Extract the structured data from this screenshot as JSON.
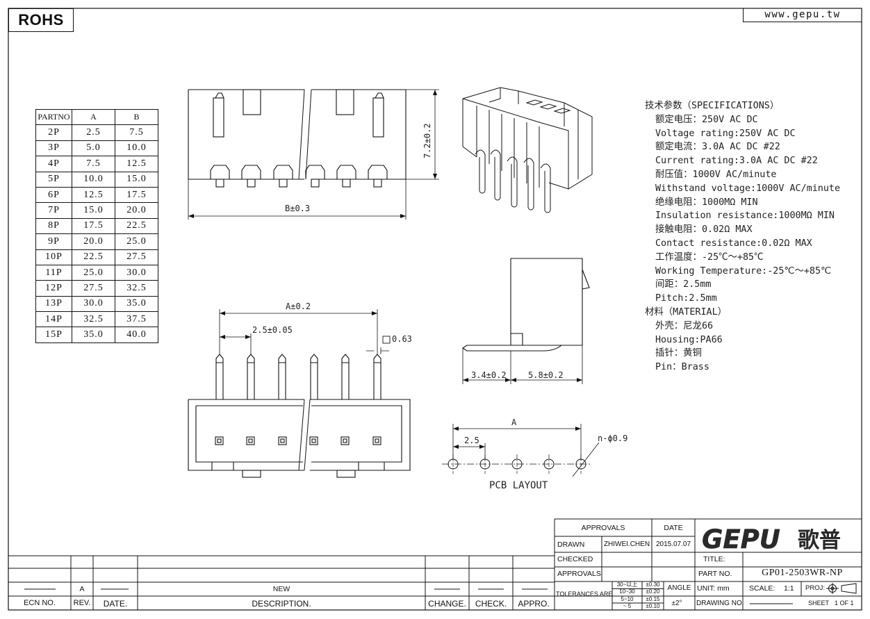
{
  "header": {
    "rohs": "ROHS",
    "website": "www.gepu.tw"
  },
  "part_table": {
    "headers": [
      "PARTNO",
      "A",
      "B"
    ],
    "rows": [
      [
        "2P",
        "2.5",
        "7.5"
      ],
      [
        "3P",
        "5.0",
        "10.0"
      ],
      [
        "4P",
        "7.5",
        "12.5"
      ],
      [
        "5P",
        "10.0",
        "15.0"
      ],
      [
        "6P",
        "12.5",
        "17.5"
      ],
      [
        "7P",
        "15.0",
        "20.0"
      ],
      [
        "8P",
        "17.5",
        "22.5"
      ],
      [
        "9P",
        "20.0",
        "25.0"
      ],
      [
        "10P",
        "22.5",
        "27.5"
      ],
      [
        "11P",
        "25.0",
        "30.0"
      ],
      [
        "12P",
        "27.5",
        "32.5"
      ],
      [
        "13P",
        "30.0",
        "35.0"
      ],
      [
        "14P",
        "32.5",
        "37.5"
      ],
      [
        "15P",
        "35.0",
        "40.0"
      ]
    ]
  },
  "dimensions": {
    "height": "7.2±0.2",
    "b_width": "B±0.3",
    "a_width": "A±0.2",
    "pitch": "2.5±0.05",
    "pin_size": "0.63",
    "pin_offset": "3.4±0.2",
    "body_depth": "5.8±0.2",
    "layout_a": "A",
    "layout_pitch": "2.5",
    "hole": "n-ϕ0.9",
    "pcb_layout": "PCB LAYOUT"
  },
  "specs": {
    "lines": [
      "技术参数（SPECIFICATIONS）",
      "额定电压：250V AC DC",
      "Voltage rating:250V AC DC",
      "额定电流：3.0A AC DC #22",
      "Current rating:3.0A AC DC #22",
      "耐压值：1000V AC/minute",
      "Withstand voltage:1000V AC/minute",
      "绝缘电阻：1000MΩ MIN",
      "Insulation resistance:1000MΩ MIN",
      "接触电阻：0.02Ω MAX",
      "Contact resistance:0.02Ω MAX",
      "工作温度：-25℃～+85℃",
      "Working Temperature:-25℃～+85℃",
      "间距：2.5mm",
      "Pitch:2.5mm",
      "材料（MATERIAL）",
      "外壳：尼龙66",
      "Housing:PA66",
      "插针：黄铜",
      "Pin：Brass"
    ]
  },
  "title_block": {
    "approvals_header": "APPROVALS",
    "date_header": "DATE",
    "drawn_label": "DRAWN",
    "drawn_name": "ZHIWEI.CHEN",
    "drawn_date": "2015.07.07",
    "checked_label": "CHECKED",
    "approvals_label": "APPROVALS",
    "logo": "GEPU歌普",
    "title_label": "TITLE:",
    "part_no_label": "PART NO.",
    "part_no": "GP01-2503WR-NP",
    "tolerances_label": "TOLERANCES ARE",
    "tol_ranges": [
      "30~以上",
      "10~30",
      "5~10",
      "~ 5"
    ],
    "tol_values": [
      "±0.30",
      "±0.20",
      "±0.15",
      "±0.10"
    ],
    "angle_label": "ANGLE",
    "angle_value": "±2°",
    "unit_label": "UNIT: mm",
    "scale_label": "SCALE:",
    "scale_value": "1:1",
    "proj_label": "PROJ:",
    "drawing_no_label": "DRAWING NO.",
    "sheet_label": "SHEET",
    "sheet_value": "1 OF 1"
  },
  "revision_block": {
    "rev_value": "A",
    "description_value": "NEW",
    "headers": [
      "ECN NO.",
      "REV.",
      "DATE.",
      "DESCRIPTION.",
      "CHANGE.",
      "CHECK.",
      "APPRO."
    ]
  }
}
